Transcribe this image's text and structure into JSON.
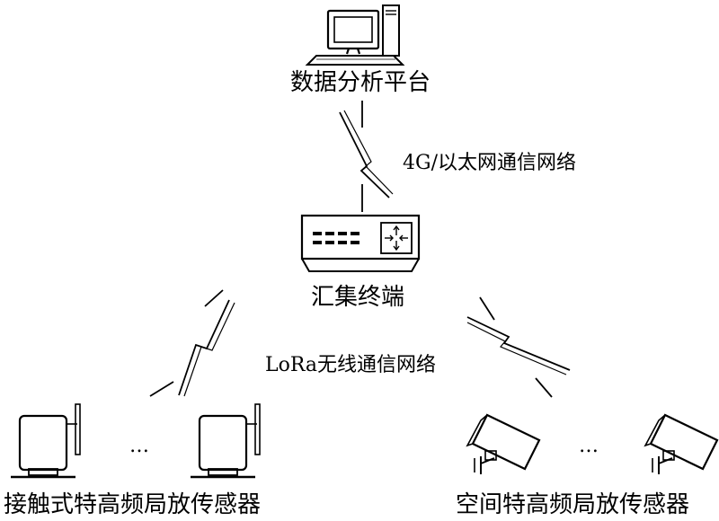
{
  "nodes": {
    "platform": {
      "label": "数据分析平台",
      "icon": "computer-icon"
    },
    "gateway": {
      "label": "汇集终端",
      "icon": "gateway-router-icon"
    },
    "contact_sensors": {
      "label": "接触式特高频局放传感器",
      "icon": "contact-sensor-icon"
    },
    "space_sensors": {
      "label": "空间特高频局放传感器",
      "icon": "space-sensor-icon"
    }
  },
  "links": {
    "backhaul": {
      "label": "4G/以太网通信网络",
      "icon": "wireless-lightning-icon"
    },
    "field": {
      "label": "LoRa无线通信网络",
      "icon": "wireless-lightning-icon"
    }
  },
  "ellipsis": "…",
  "colors": {
    "stroke": "#000000",
    "background": "#ffffff"
  }
}
